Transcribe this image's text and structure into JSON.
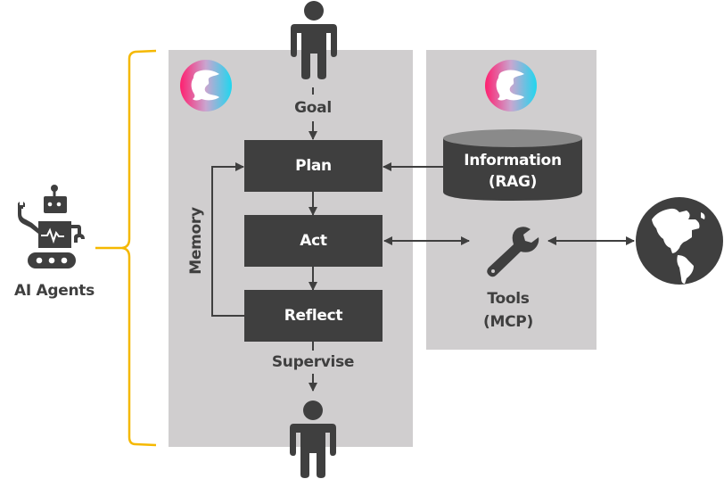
{
  "agents": {
    "label": "AI Agents",
    "icon": "robot-icon"
  },
  "flow": {
    "goal_label": "Goal",
    "steps": [
      "Plan",
      "Act",
      "Reflect"
    ],
    "memory_label": "Memory",
    "supervise_label": "Supervise"
  },
  "resources": {
    "information": [
      "Information",
      "(RAG)"
    ],
    "tools": [
      "Tools",
      "(MCP)"
    ]
  },
  "icons": {
    "top_person": "person-icon",
    "bottom_person": "person-icon",
    "logo": "brand-logo-icon",
    "wrench": "wrench-icon",
    "globe": "globe-icon",
    "database": "database-icon"
  },
  "colors": {
    "panel": "#d0cecf",
    "dark": "#3f3f3f",
    "brace": "#f5b800",
    "logo_start": "#ff1f6f",
    "logo_end": "#1fd6ef"
  }
}
